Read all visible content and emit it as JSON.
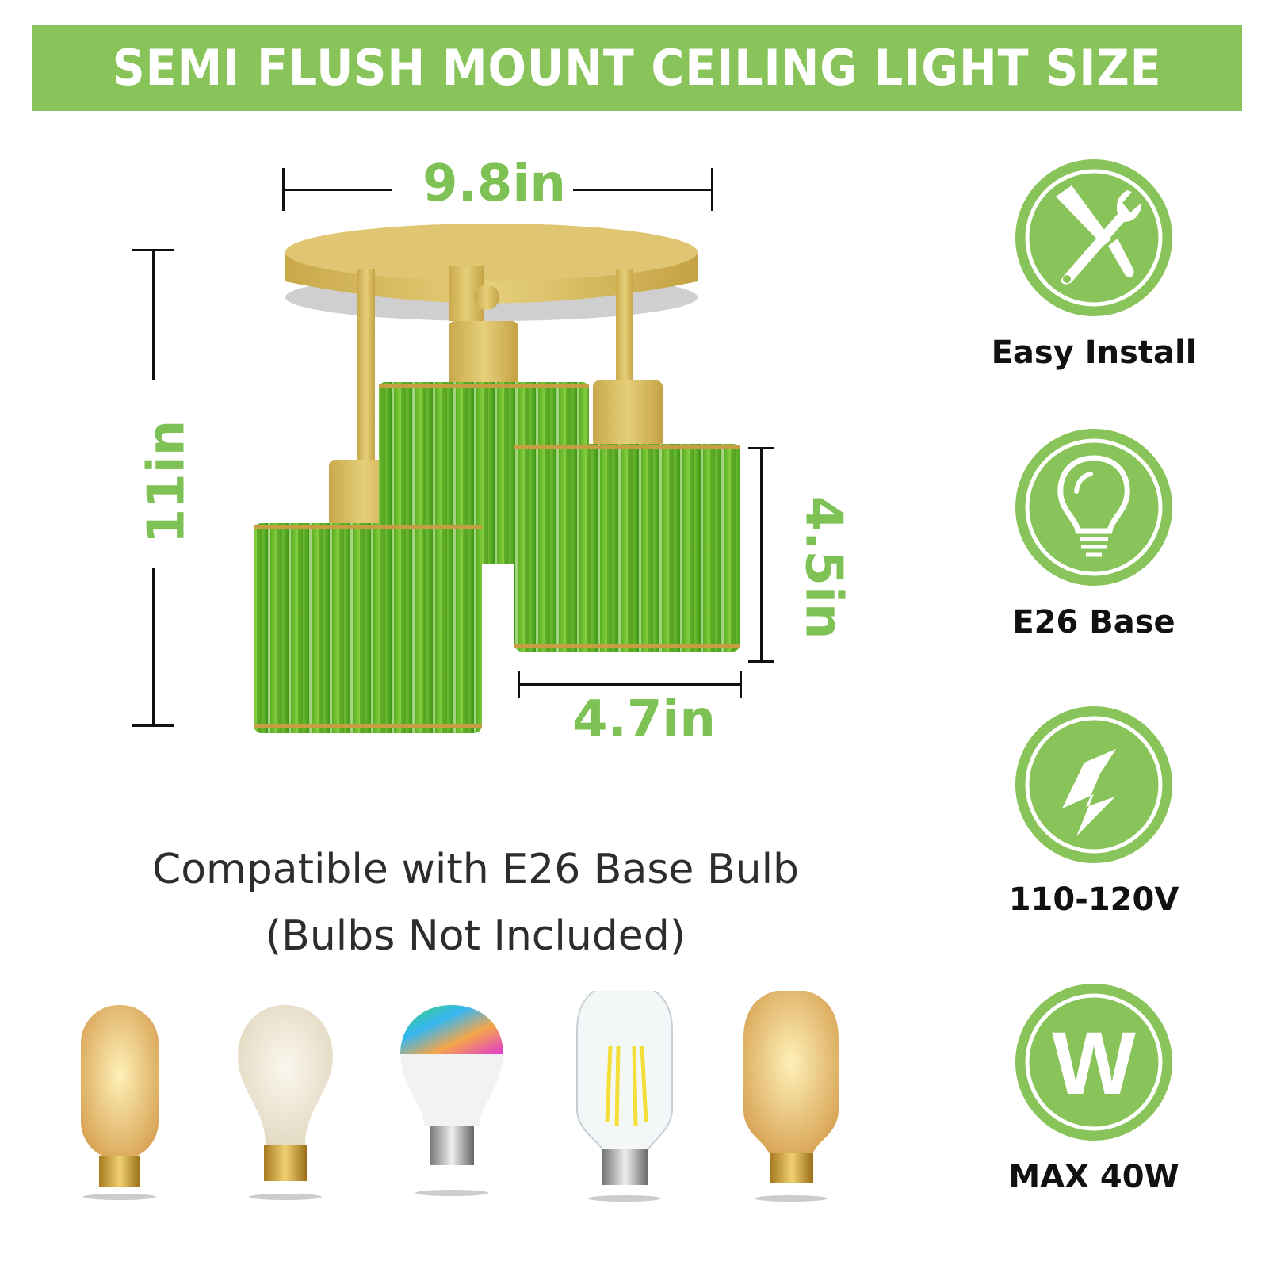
{
  "banner": {
    "title": "SEMI FLUSH MOUNT CEILING LIGHT SIZE",
    "color": "#88c45a"
  },
  "dimensions": {
    "width": "9.8in",
    "height": "11in",
    "shade_height": "4.5in",
    "shade_width": "4.7in",
    "label_color": "#7ec155"
  },
  "product": {
    "name": "semi-flush-mount-ceiling-light",
    "finish_color": "#d4b458",
    "shade_color": "#6cc02a",
    "shade_count": 3
  },
  "features": [
    {
      "icon": "wrench-screwdriver-icon",
      "label": "Easy Install"
    },
    {
      "icon": "light-bulb-icon",
      "label": "E26 Base"
    },
    {
      "icon": "lightning-bolt-icon",
      "label": "110-120V"
    },
    {
      "icon": "watt-w-icon",
      "label": "MAX 40W"
    }
  ],
  "compatibility": {
    "line1": "Compatible with E26 Base Bulb",
    "line2": "(Bulbs Not Included)"
  },
  "bulbs": [
    {
      "type": "T45 vintage edison bulb"
    },
    {
      "type": "A19 vintage squirrel-cage bulb"
    },
    {
      "type": "RGB smart LED bulb"
    },
    {
      "type": "ST64 LED filament bulb"
    },
    {
      "type": "ST64 vintage edison bulb"
    }
  ]
}
